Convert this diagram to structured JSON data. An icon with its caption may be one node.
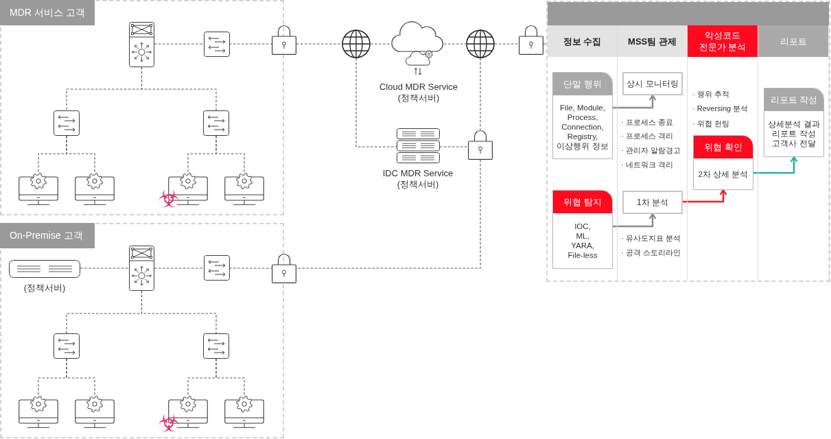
{
  "diagram": {
    "nodes": [
      {
        "text": [
          "MDR 서비스 고객"
        ]
      },
      {
        "text": [],
        "shape": "picture",
        "in": 0
      },
      {
        "text": [],
        "shape": "picture",
        "in": 0
      },
      {
        "text": [],
        "shape": "picture"
      },
      {
        "text": [],
        "shape": "picture",
        "in": 0
      },
      {
        "text": [],
        "shape": "picture",
        "in": 0
      },
      {
        "text": [],
        "shape": "picture",
        "in": 0
      },
      {
        "text": [],
        "shape": "picture",
        "in": 0
      },
      {
        "text": [],
        "shape": "picture",
        "in": 0
      },
      {
        "text": [],
        "shape": "picture",
        "in": 0
      },
      {
        "text": [
          "On-Premise 고객"
        ]
      },
      {
        "text": [],
        "shape": "picture",
        "in": 10,
        "beside": [
          "(정책서버)"
        ]
      },
      {
        "text": [],
        "shape": "picture",
        "in": 10
      },
      {
        "text": [],
        "shape": "picture",
        "in": 10
      },
      {
        "text": [],
        "shape": "picture"
      },
      {
        "text": [],
        "shape": "picture",
        "in": 10
      },
      {
        "text": [],
        "shape": "picture",
        "in": 10
      },
      {
        "text": [],
        "shape": "picture",
        "in": 10
      },
      {
        "text": [],
        "shape": "picture",
        "in": 10
      },
      {
        "text": [],
        "shape": "picture",
        "in": 10
      },
      {
        "text": [],
        "shape": "picture",
        "in": 10
      },
      {
        "text": [],
        "shape": "picture"
      },
      {
        "text": [],
        "shape": "picture",
        "beside": [
          "Cloud MDR Service (정책서버)"
        ]
      },
      {
        "text": [],
        "shape": "picture"
      },
      {
        "text": [],
        "shape": "picture"
      },
      {
        "text": [],
        "shape": "picture",
        "beside": [
          "IDC MDR Service (정책서버)"
        ]
      },
      {
        "text": [],
        "shape": "picture"
      },
      {
        "text": [],
        "shape": "box"
      },
      {
        "text": [
          "정보 수집"
        ],
        "in": 27
      },
      {
        "text": [
          "MSS팀 관제"
        ],
        "in": 27
      },
      {
        "text": [
          "악성코드 전문가 분석"
        ],
        "in": 27
      },
      {
        "text": [
          "리포트"
        ],
        "in": 27
      },
      {
        "text": [
          "단말 행위",
          "File, Module, Process, Connection, Registry, 이상행위 정보"
        ],
        "in": 28
      },
      {
        "text": [
          "위협 탐지",
          "IOC, ML, YARA, File-less"
        ],
        "in": 28
      },
      {
        "text": [
          "상시 모니터링"
        ],
        "in": 29
      },
      {
        "text": [
          "1차 분석"
        ],
        "in": 29
      },
      {
        "text": [
          "위협 확인",
          "2차 상세 분석"
        ],
        "in": 30
      },
      {
        "text": [
          "리포트 작성",
          "상세분석 결과 리포트 작성 고객사 전달"
        ],
        "in": 31
      }
    ],
    "edges": [
      {
        "from": 1,
        "to": 2,
        "arrow": "none",
        "style": "dashed"
      },
      {
        "from": 2,
        "to": 3,
        "arrow": "none",
        "style": "dashed"
      },
      {
        "from": 3,
        "to": 21,
        "arrow": "none",
        "style": "dashed"
      },
      {
        "from": 21,
        "to": 22,
        "arrow": "none",
        "style": "dashed"
      },
      {
        "from": 22,
        "to": 23,
        "arrow": "none",
        "style": "dashed"
      },
      {
        "from": 23,
        "to": 24,
        "arrow": "none",
        "style": "dashed"
      },
      {
        "from": 24,
        "to": 27,
        "arrow": "none",
        "style": "dashed"
      },
      {
        "from": 21,
        "to": 25,
        "arrow": "none",
        "style": "dashed"
      },
      {
        "from": 25,
        "to": 26,
        "arrow": "none",
        "style": "dashed"
      },
      {
        "from": 23,
        "to": 26,
        "arrow": "none",
        "style": "dashed"
      },
      {
        "from": 26,
        "to": 14,
        "arrow": "none",
        "style": "dashed"
      },
      {
        "from": 1,
        "to": 4,
        "arrow": "none",
        "style": "dashed"
      },
      {
        "from": 1,
        "to": 5,
        "arrow": "none",
        "style": "dashed"
      },
      {
        "from": 4,
        "to": 6,
        "arrow": "none",
        "style": "dashed"
      },
      {
        "from": 4,
        "to": 7,
        "arrow": "none",
        "style": "dashed"
      },
      {
        "from": 5,
        "to": 8,
        "arrow": "none",
        "style": "dashed"
      },
      {
        "from": 5,
        "to": 9,
        "arrow": "none",
        "style": "dashed"
      },
      {
        "from": 11,
        "to": 12,
        "arrow": "none",
        "style": "dashed"
      },
      {
        "from": 12,
        "to": 13,
        "arrow": "none",
        "style": "dashed"
      },
      {
        "from": 13,
        "to": 14,
        "arrow": "none",
        "style": "dashed"
      },
      {
        "from": 12,
        "to": 15,
        "arrow": "none",
        "style": "dashed"
      },
      {
        "from": 12,
        "to": 16,
        "arrow": "none",
        "style": "dashed"
      },
      {
        "from": 15,
        "to": 17,
        "arrow": "none",
        "style": "dashed"
      },
      {
        "from": 15,
        "to": 18,
        "arrow": "none",
        "style": "dashed"
      },
      {
        "from": 16,
        "to": 19,
        "arrow": "none",
        "style": "dashed"
      },
      {
        "from": 16,
        "to": 20,
        "arrow": "none",
        "style": "dashed"
      },
      {
        "from": 32,
        "to": 34,
        "arrow": "to",
        "color": "#8c8c8c"
      },
      {
        "from": 33,
        "to": 35,
        "arrow": "to",
        "color": "#8c8c8c"
      },
      {
        "from": 35,
        "to": 36,
        "arrow": "to",
        "color": "#ff1a1a"
      },
      {
        "from": 36,
        "to": 37,
        "arrow": "to",
        "color": "#1db3a6"
      }
    ],
    "labels": [
      "· 프로세스 종료",
      "· 프로세스 격리",
      "· 관리자 알람경고",
      "· 네트워크 격리",
      "· 유사도지표 분석",
      "· 공격 스토리라인",
      "· 행위 추적",
      "· Reversing 분석",
      "· 위협 헌팅"
    ]
  }
}
